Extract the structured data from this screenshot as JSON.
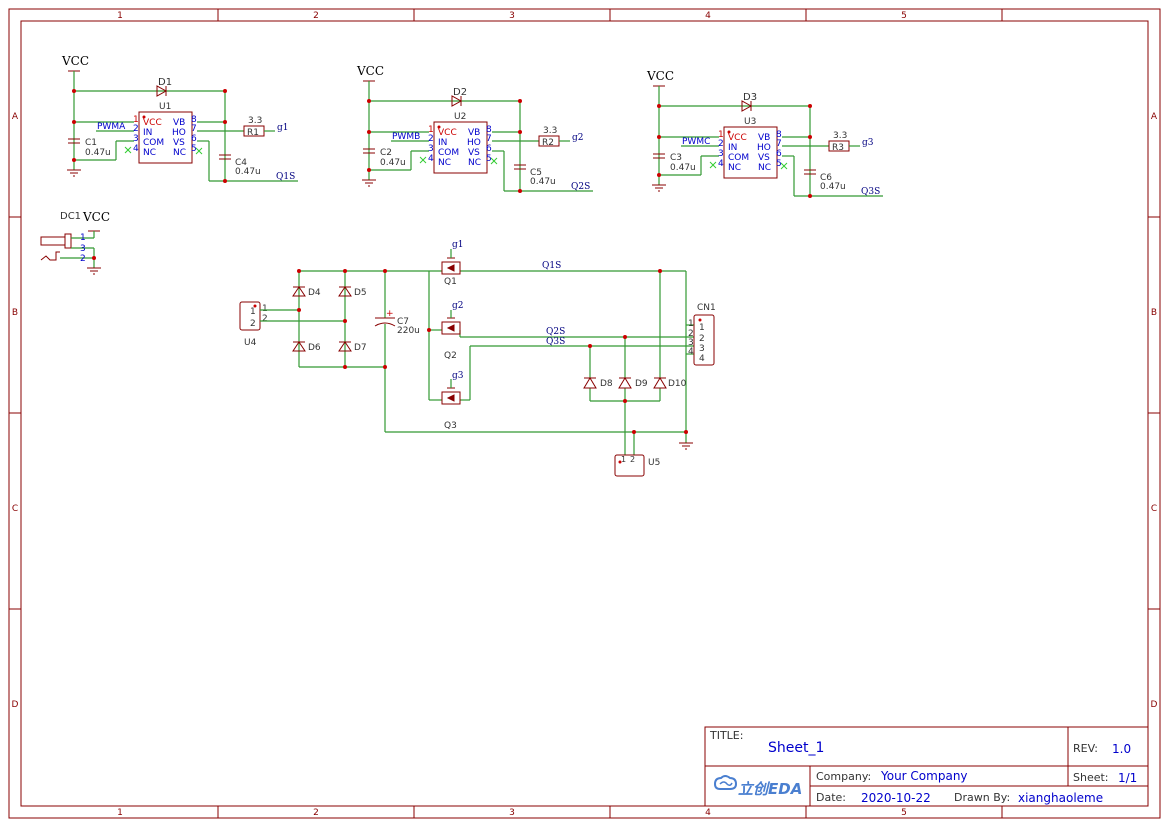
{
  "frame": {
    "columns": [
      "1",
      "2",
      "3",
      "4",
      "5"
    ],
    "rows": [
      "A",
      "B",
      "C",
      "D"
    ]
  },
  "title_block": {
    "title_label": "TITLE:",
    "title": "Sheet_1",
    "rev_label": "REV:",
    "rev": "1.0",
    "company_label": "Company:",
    "company": "Your Company",
    "sheet_label": "Sheet:",
    "sheet": "1/1",
    "date_label": "Date:",
    "date": "2020-10-22",
    "drawn_by_label": "Drawn By:",
    "drawn_by": "xianghaoleme",
    "logo_text": "立创EDA"
  },
  "driver_ic": {
    "left_pins": [
      {
        "num": "1",
        "name": "VCC"
      },
      {
        "num": "2",
        "name": "IN"
      },
      {
        "num": "3",
        "name": "COM"
      },
      {
        "num": "4",
        "name": "NC"
      }
    ],
    "right_pins": [
      {
        "num": "8",
        "name": "VB"
      },
      {
        "num": "7",
        "name": "HO"
      },
      {
        "num": "6",
        "name": "VS"
      },
      {
        "num": "5",
        "name": "NC"
      }
    ]
  },
  "drivers": [
    {
      "vcc": "VCC",
      "diode": "D1",
      "ic": "U1",
      "pwm": "PWMA",
      "resistor": "R1",
      "res_value": "3.3",
      "gate": "g1",
      "cap_in": "C1",
      "cap_in_value": "0.47u",
      "cap_boot": "C4",
      "cap_boot_value": "0.47u",
      "source": "Q1S"
    },
    {
      "vcc": "VCC",
      "diode": "D2",
      "ic": "U2",
      "pwm": "PWMB",
      "resistor": "R2",
      "res_value": "3.3",
      "gate": "g2",
      "cap_in": "C2",
      "cap_in_value": "0.47u",
      "cap_boot": "C5",
      "cap_boot_value": "0.47u",
      "source": "Q2S"
    },
    {
      "vcc": "VCC",
      "diode": "D3",
      "ic": "U3",
      "pwm": "PWMC",
      "resistor": "R3",
      "res_value": "3.3",
      "gate": "g3",
      "cap_in": "C3",
      "cap_in_value": "0.47u",
      "cap_boot": "C6",
      "cap_boot_value": "0.47u",
      "source": "Q3S"
    }
  ],
  "power_jack": {
    "ref": "DC1",
    "net": "VCC",
    "pins": [
      "1",
      "3",
      "2"
    ]
  },
  "rectifier": {
    "input": {
      "ref": "U4",
      "pins": [
        "1",
        "2"
      ]
    },
    "diodes": [
      "D4",
      "D5",
      "D6",
      "D7"
    ],
    "cap": {
      "ref": "C7",
      "value": "220u"
    }
  },
  "mosfets": [
    {
      "ref": "Q1",
      "gate": "g1"
    },
    {
      "ref": "Q2",
      "gate": "g2"
    },
    {
      "ref": "Q3",
      "gate": "g3"
    }
  ],
  "nets": {
    "q1s": "Q1S",
    "q2s": "Q2S",
    "q3s": "Q3S"
  },
  "connector": {
    "ref": "CN1",
    "pins": [
      "1",
      "2",
      "3",
      "4"
    ]
  },
  "clamp_diodes": [
    "D8",
    "D9",
    "D10"
  ],
  "sensor": {
    "ref": "U5",
    "pins": [
      "1",
      "2"
    ]
  }
}
